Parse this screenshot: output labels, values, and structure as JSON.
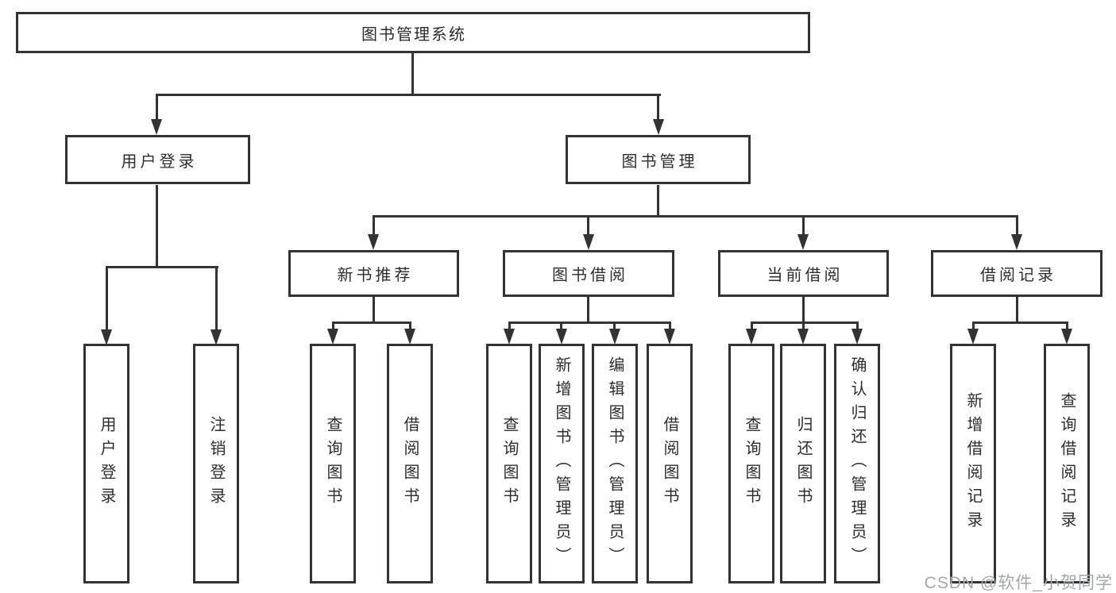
{
  "diagram": {
    "root": {
      "label": "图书管理系统"
    },
    "level2": [
      {
        "label": "用户登录",
        "parent": "图书管理系统"
      },
      {
        "label": "图书管理",
        "parent": "图书管理系统"
      }
    ],
    "level3": [
      {
        "label": "新书推荐",
        "parent": "图书管理"
      },
      {
        "label": "图书借阅",
        "parent": "图书管理"
      },
      {
        "label": "当前借阅",
        "parent": "图书管理"
      },
      {
        "label": "借阅记录",
        "parent": "图书管理"
      }
    ],
    "leaves": [
      {
        "label": "用户登录",
        "parent": "用户登录"
      },
      {
        "label": "注销登录",
        "parent": "用户登录"
      },
      {
        "label": "查询图书",
        "parent": "新书推荐"
      },
      {
        "label": "借阅图书",
        "parent": "新书推荐"
      },
      {
        "label": "查询图书",
        "parent": "图书借阅"
      },
      {
        "label": "新增图书（管理员）",
        "parent": "图书借阅"
      },
      {
        "label": "编辑图书（管理员）",
        "parent": "图书借阅"
      },
      {
        "label": "借阅图书",
        "parent": "图书借阅"
      },
      {
        "label": "查询图书",
        "parent": "当前借阅"
      },
      {
        "label": "归还图书",
        "parent": "当前借阅"
      },
      {
        "label": "确认归还（管理员）",
        "parent": "当前借阅"
      },
      {
        "label": "新增借阅记录",
        "parent": "借阅记录"
      },
      {
        "label": "查询借阅记录",
        "parent": "借阅记录"
      }
    ]
  },
  "watermark": "CSDN @软件_小贺同学",
  "colors": {
    "line": "#333333",
    "text": "#2d2d2d",
    "background": "#ffffff",
    "watermark": "#a3a7ab"
  }
}
